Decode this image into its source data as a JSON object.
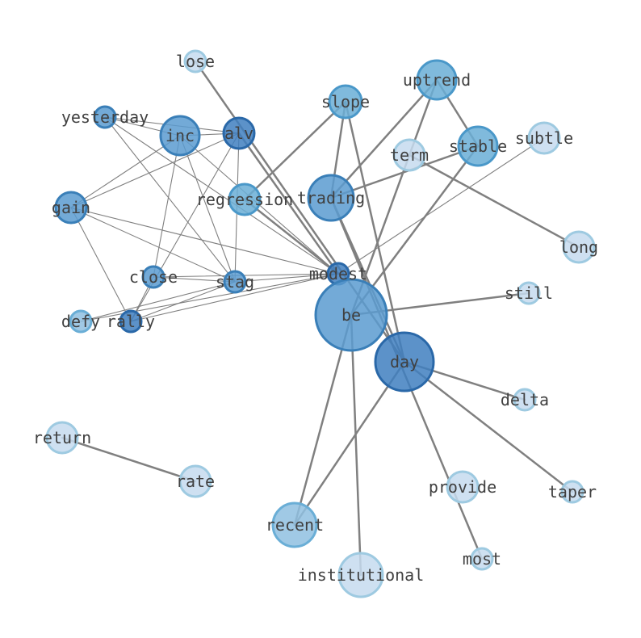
{
  "graph": {
    "nodes": [
      {
        "id": "lose",
        "shade": 0
      },
      {
        "id": "uptrend",
        "shade": 2
      },
      {
        "id": "yesterday",
        "shade": 3
      },
      {
        "id": "alv",
        "shade": 4
      },
      {
        "id": "inc",
        "shade": 3
      },
      {
        "id": "slope",
        "shade": 2
      },
      {
        "id": "subtle",
        "shade": 0
      },
      {
        "id": "term",
        "shade": 0
      },
      {
        "id": "stable",
        "shade": 2
      },
      {
        "id": "regression",
        "shade": 2
      },
      {
        "id": "trading",
        "shade": 3
      },
      {
        "id": "gain",
        "shade": 3
      },
      {
        "id": "long",
        "shade": 0
      },
      {
        "id": "modest",
        "shade": 4
      },
      {
        "id": "close",
        "shade": 3
      },
      {
        "id": "stag",
        "shade": 3
      },
      {
        "id": "still",
        "shade": 0
      },
      {
        "id": "be",
        "shade": 3
      },
      {
        "id": "defy",
        "shade": 1
      },
      {
        "id": "rally",
        "shade": 4
      },
      {
        "id": "day",
        "shade": 4
      },
      {
        "id": "delta",
        "shade": 0
      },
      {
        "id": "return",
        "shade": 0
      },
      {
        "id": "rate",
        "shade": 0
      },
      {
        "id": "provide",
        "shade": 0
      },
      {
        "id": "taper",
        "shade": 0
      },
      {
        "id": "recent",
        "shade": 1
      },
      {
        "id": "most",
        "shade": 0
      },
      {
        "id": "institutional",
        "shade": 0
      }
    ],
    "edges": [
      [
        "lose",
        "day",
        "heavy"
      ],
      [
        "uptrend",
        "stable",
        "heavy"
      ],
      [
        "uptrend",
        "trading",
        "heavy"
      ],
      [
        "uptrend",
        "be",
        "heavy"
      ],
      [
        "stable",
        "be",
        "heavy"
      ],
      [
        "stable",
        "trading",
        "heavy"
      ],
      [
        "slope",
        "regression",
        "heavy"
      ],
      [
        "slope",
        "trading",
        "heavy"
      ],
      [
        "slope",
        "day",
        "heavy"
      ],
      [
        "term",
        "long",
        "heavy"
      ],
      [
        "trading",
        "day",
        "heavy"
      ],
      [
        "trading",
        "most",
        "heavy"
      ],
      [
        "regression",
        "modest",
        "heavy"
      ],
      [
        "be",
        "still",
        "heavy"
      ],
      [
        "be",
        "recent",
        "heavy"
      ],
      [
        "be",
        "institutional",
        "heavy"
      ],
      [
        "day",
        "delta",
        "heavy"
      ],
      [
        "day",
        "taper",
        "heavy"
      ],
      [
        "day",
        "recent",
        "heavy"
      ],
      [
        "return",
        "rate",
        "heavy"
      ],
      [
        "alv",
        "modest",
        "heavy"
      ],
      [
        "alv",
        "rally",
        "thin"
      ],
      [
        "alv",
        "gain",
        "thin"
      ],
      [
        "alv",
        "yesterday",
        "thin"
      ],
      [
        "alv",
        "inc",
        "thin"
      ],
      [
        "alv",
        "stag",
        "thin"
      ],
      [
        "inc",
        "yesterday",
        "thin"
      ],
      [
        "inc",
        "gain",
        "thin"
      ],
      [
        "inc",
        "modest",
        "thin"
      ],
      [
        "inc",
        "close",
        "thin"
      ],
      [
        "inc",
        "stag",
        "thin"
      ],
      [
        "yesterday",
        "stag",
        "thin"
      ],
      [
        "yesterday",
        "modest",
        "thin"
      ],
      [
        "gain",
        "stag",
        "thin"
      ],
      [
        "gain",
        "modest",
        "thin"
      ],
      [
        "gain",
        "rally",
        "thin"
      ],
      [
        "close",
        "stag",
        "thin"
      ],
      [
        "close",
        "modest",
        "thin"
      ],
      [
        "close",
        "rally",
        "thin"
      ],
      [
        "stag",
        "modest",
        "thin"
      ],
      [
        "stag",
        "rally",
        "thin"
      ],
      [
        "stag",
        "defy",
        "thin"
      ],
      [
        "modest",
        "rally",
        "thin"
      ],
      [
        "modest",
        "defy",
        "thin"
      ],
      [
        "modest",
        "subtle",
        "thin"
      ]
    ]
  }
}
